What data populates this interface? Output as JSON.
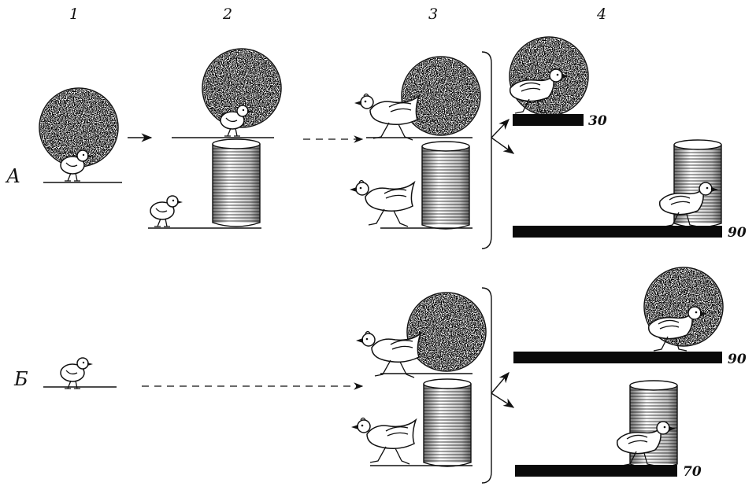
{
  "columns": [
    "1",
    "2",
    "3",
    "4"
  ],
  "rows": [
    "А",
    "Б"
  ],
  "results": {
    "row_a_ball": "30",
    "row_a_cylinder": "90",
    "row_b_ball": "90",
    "row_b_cylinder": "70"
  },
  "colors": {
    "ink": "#111111",
    "paper": "#ffffff",
    "bar": "#0a0a0a"
  }
}
